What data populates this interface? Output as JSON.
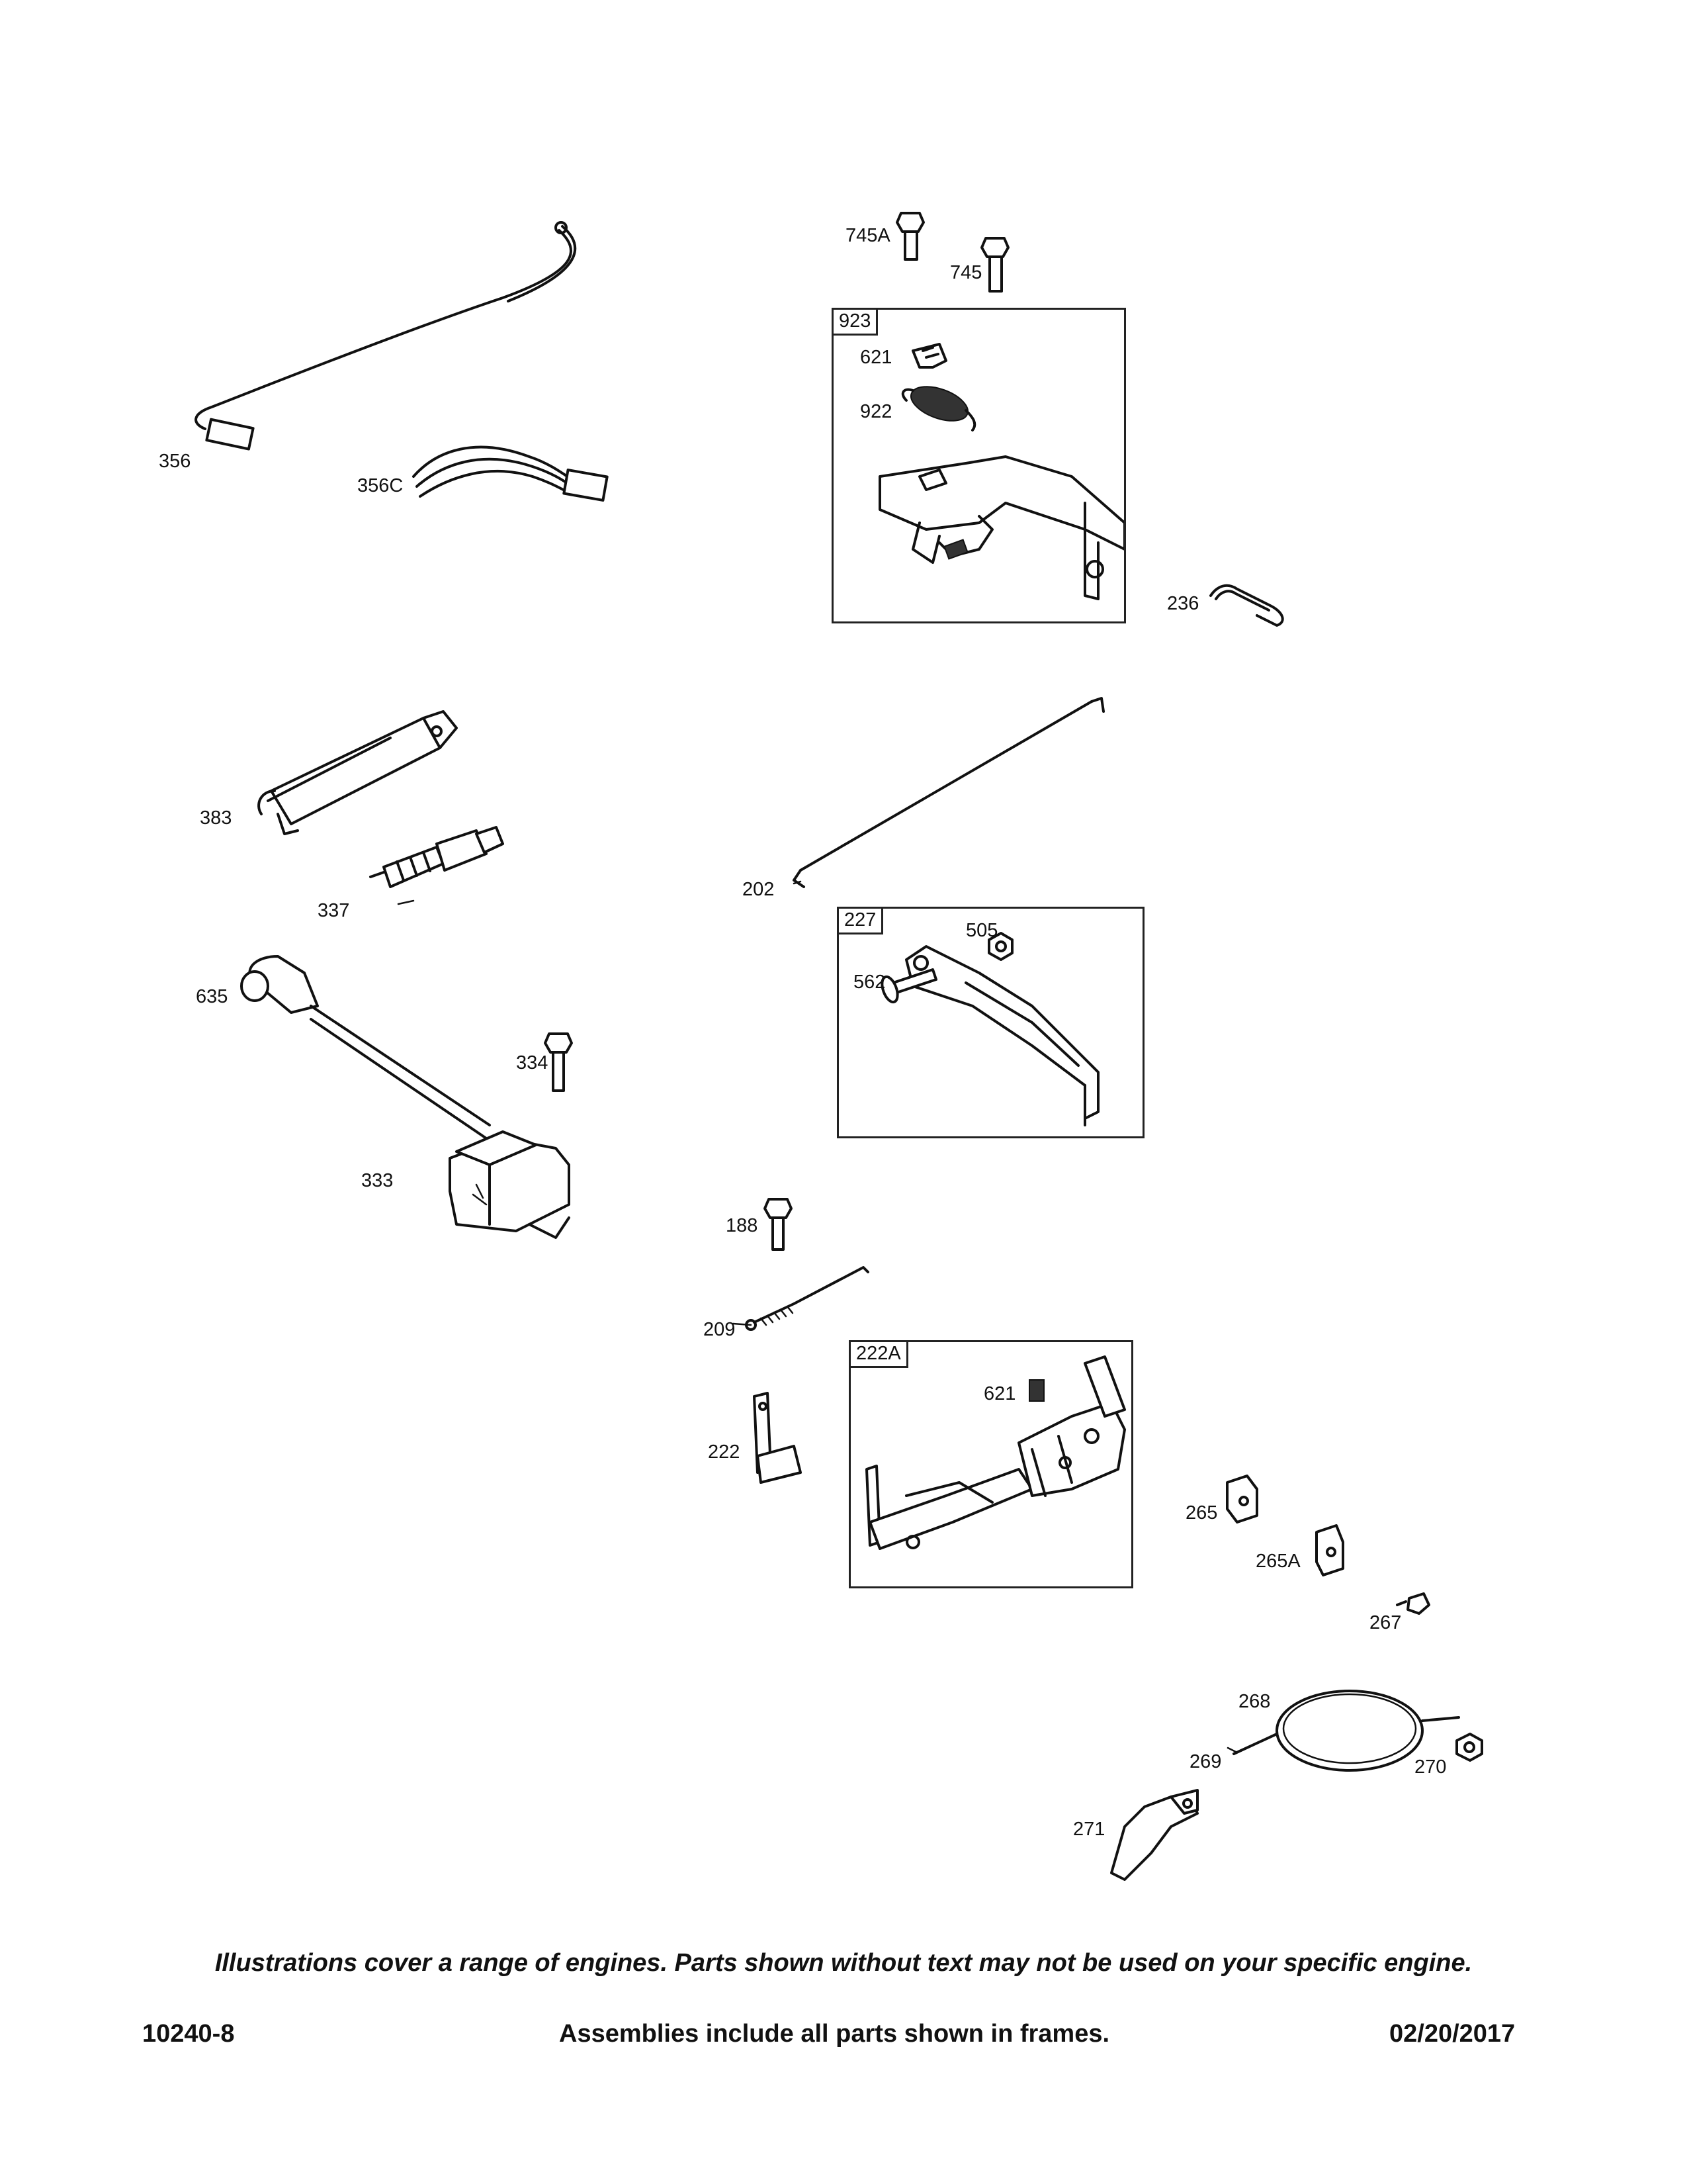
{
  "parts": {
    "p356": "356",
    "p356C": "356C",
    "p745A": "745A",
    "p745": "745",
    "p621a": "621",
    "p922": "922",
    "p236": "236",
    "p383": "383",
    "p337": "337",
    "p202": "202",
    "p505": "505",
    "p562": "562",
    "p635": "635",
    "p334": "334",
    "p333": "333",
    "p188": "188",
    "p209": "209",
    "p621b": "621",
    "p222": "222",
    "p265": "265",
    "p265A": "265A",
    "p267": "267",
    "p268": "268",
    "p269": "269",
    "p270": "270",
    "p271": "271"
  },
  "frames": {
    "f923": "923",
    "f227": "227",
    "f222A": "222A"
  },
  "notice": "Illustrations cover a range of engines. Parts shown without text may not be used on your specific engine.",
  "footer": {
    "doc_id": "10240-8",
    "assemblies": "Assemblies include all parts shown in frames.",
    "date": "02/20/2017"
  }
}
